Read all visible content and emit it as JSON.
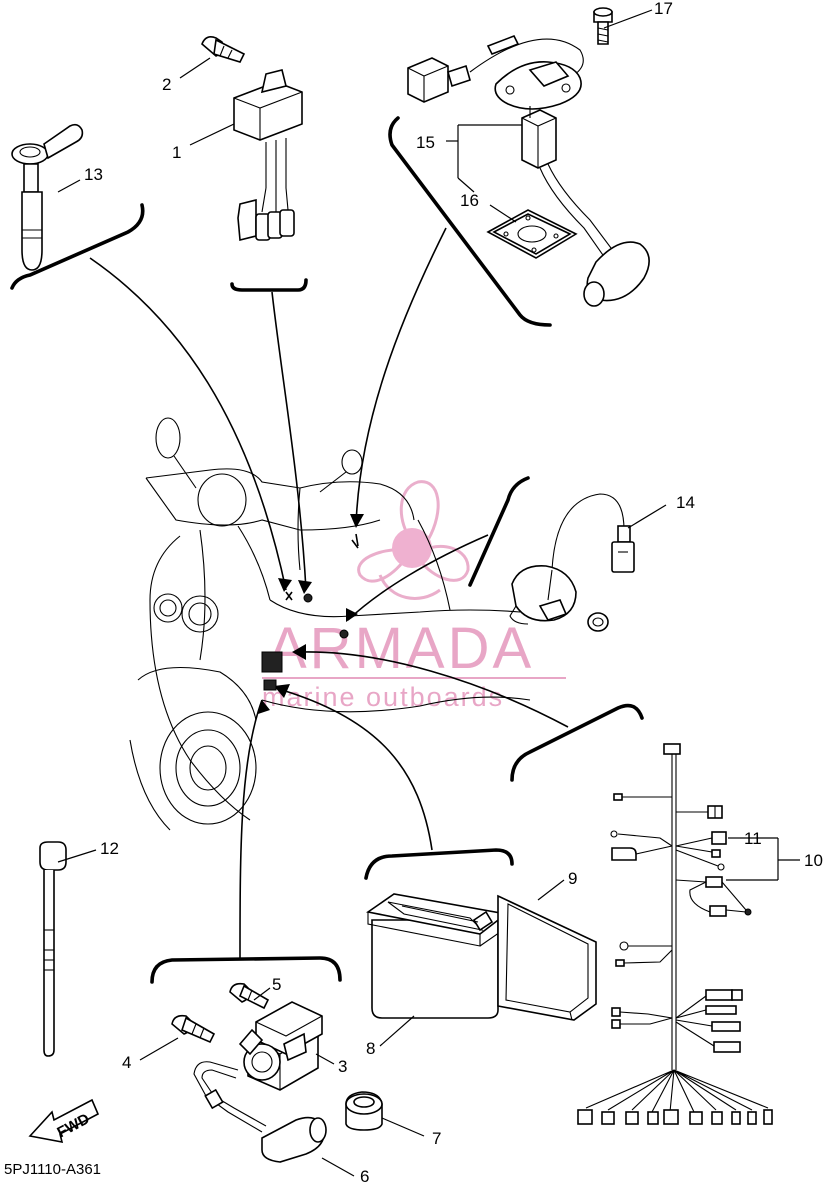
{
  "diagram": {
    "drawing_code": "5PJ1110-A361",
    "fwd_label": "FWD",
    "watermark": {
      "title": "ARMADA",
      "subtitle": "marine outboards"
    },
    "callouts": [
      {
        "id": "1",
        "label": "1"
      },
      {
        "id": "2",
        "label": "2"
      },
      {
        "id": "3",
        "label": "3"
      },
      {
        "id": "4",
        "label": "4"
      },
      {
        "id": "5",
        "label": "5"
      },
      {
        "id": "6",
        "label": "6"
      },
      {
        "id": "7",
        "label": "7"
      },
      {
        "id": "8",
        "label": "8"
      },
      {
        "id": "9",
        "label": "9"
      },
      {
        "id": "10",
        "label": "10"
      },
      {
        "id": "11",
        "label": "11"
      },
      {
        "id": "12",
        "label": "12"
      },
      {
        "id": "13",
        "label": "13"
      },
      {
        "id": "14",
        "label": "14"
      },
      {
        "id": "15",
        "label": "15"
      },
      {
        "id": "16",
        "label": "16"
      },
      {
        "id": "17",
        "label": "17"
      }
    ],
    "colors": {
      "line": "#000000",
      "watermark": "#e8a6c6",
      "background": "#ffffff"
    }
  }
}
